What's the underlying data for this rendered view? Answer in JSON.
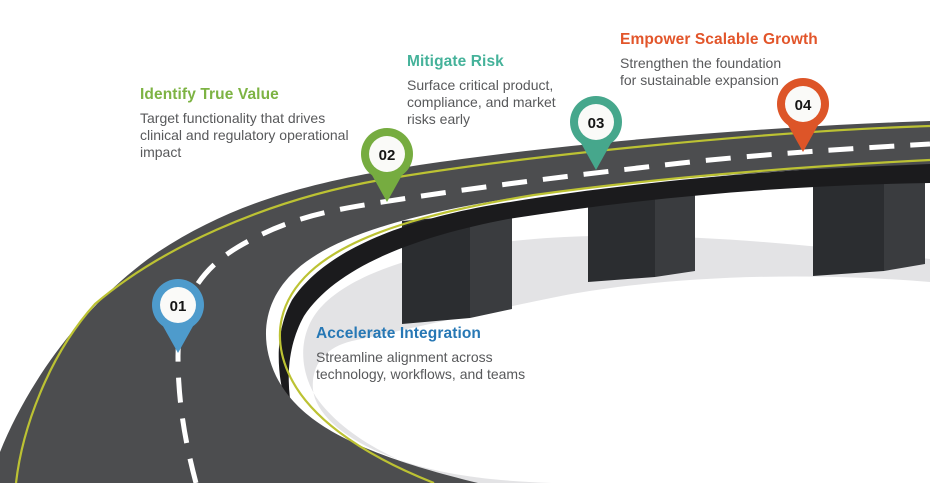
{
  "figure": {
    "kind": "roadmap-infographic"
  },
  "colors": {
    "road": "#4C4D4F",
    "road_edge_line": "#BCC233",
    "road_center_line": "#FFFFFF",
    "road_underside": "#1B1B1D",
    "pillar_front": "#2B2D30",
    "pillar_side": "#3A3C3F",
    "ground_shadow": "#E3E3E5",
    "body_text": "#58595B"
  },
  "milestones": [
    {
      "number": "01",
      "title": "Accelerate Integration",
      "description": "Streamline alignment across\ntechnology, workflows, and teams",
      "accent_color": "#2778B5",
      "pin_color": "#4E9BCC",
      "icon": "location-pin-icon"
    },
    {
      "number": "02",
      "title": "Identify True Value",
      "description": "Target functionality that drives\nclinical and regulatory operational\nimpact",
      "accent_color": "#7DB343",
      "pin_color": "#76AC40",
      "icon": "location-pin-icon"
    },
    {
      "number": "03",
      "title": "Mitigate Risk",
      "description": "Surface critical product,\ncompliance, and market\nrisks early",
      "accent_color": "#45B29A",
      "pin_color": "#46A78C",
      "icon": "location-pin-icon"
    },
    {
      "number": "04",
      "title": "Empower Scalable Growth",
      "description": "Strengthen the foundation\nfor sustainable expansion",
      "accent_color": "#E2552A",
      "pin_color": "#DD5528",
      "icon": "location-pin-icon"
    }
  ]
}
